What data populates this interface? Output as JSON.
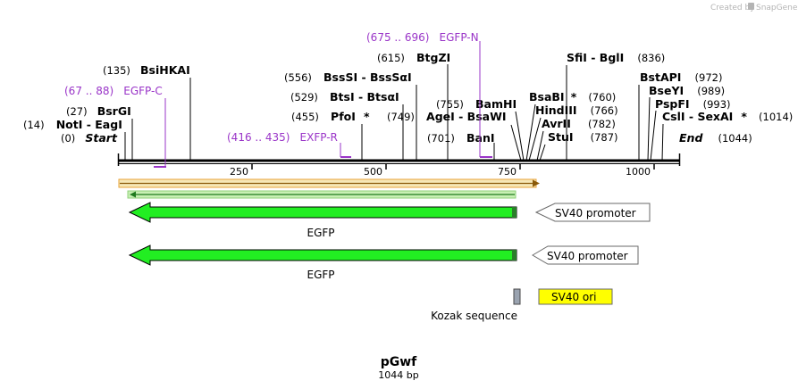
{
  "credit": {
    "text": "Created by",
    "brand": "SnapGene"
  },
  "plasmid": {
    "name": "pGwf",
    "length_label": "1044 bp",
    "length": 1044
  },
  "axis": {
    "ticks": [
      {
        "pos": 250,
        "label": "250"
      },
      {
        "pos": 500,
        "label": "500"
      },
      {
        "pos": 750,
        "label": "750"
      },
      {
        "pos": 1000,
        "label": "1000"
      }
    ]
  },
  "sites": [
    {
      "pos_label": "(0)",
      "name": "Start",
      "star": false,
      "italic": true,
      "pos": 0,
      "side": "left"
    },
    {
      "pos_label": "(14)",
      "name": "NotI  -  EagI",
      "star": false,
      "pos": 14,
      "side": "left"
    },
    {
      "pos_label": "(27)",
      "name": "BsrGI",
      "star": false,
      "pos": 27,
      "side": "left"
    },
    {
      "pos_label": "(135)",
      "name": "BsiHKAI",
      "star": false,
      "pos": 135,
      "side": "left"
    },
    {
      "pos_label": "(455)",
      "name": "PfoI",
      "star": true,
      "pos": 455,
      "side": "left"
    },
    {
      "pos_label": "(529)",
      "name": "BtsI  -  BtsαI",
      "star": false,
      "pos": 529,
      "side": "left"
    },
    {
      "pos_label": "(556)",
      "name": "BssSI  -  BssSαI",
      "star": false,
      "pos": 556,
      "side": "left"
    },
    {
      "pos_label": "(615)",
      "name": "BtgZI",
      "star": false,
      "pos": 615,
      "side": "left"
    },
    {
      "pos_label": "(701)",
      "name": "BanI",
      "star": false,
      "pos": 701,
      "side": "left"
    },
    {
      "pos_label": "(749)",
      "name": "AgeI  -  BsaWI",
      "star": false,
      "pos": 749,
      "side": "left"
    },
    {
      "pos_label": "(755)",
      "name": "BamHI",
      "star": false,
      "pos": 755,
      "side": "left"
    },
    {
      "pos_label": "(760)",
      "name": "BsaBI",
      "star": true,
      "pos": 760,
      "side": "right"
    },
    {
      "pos_label": "(766)",
      "name": "HindIII",
      "star": false,
      "pos": 766,
      "side": "right"
    },
    {
      "pos_label": "(782)",
      "name": "AvrII",
      "star": false,
      "pos": 782,
      "side": "right"
    },
    {
      "pos_label": "(787)",
      "name": "StuI",
      "star": false,
      "pos": 787,
      "side": "right"
    },
    {
      "pos_label": "(836)",
      "name": "SfiI  -  BglI",
      "star": false,
      "pos": 836,
      "side": "right"
    },
    {
      "pos_label": "(972)",
      "name": "BstAPI",
      "star": false,
      "pos": 972,
      "side": "right"
    },
    {
      "pos_label": "(989)",
      "name": "BseYI",
      "star": false,
      "pos": 989,
      "side": "right"
    },
    {
      "pos_label": "(993)",
      "name": "PspFI",
      "star": false,
      "pos": 993,
      "side": "right"
    },
    {
      "pos_label": "(1014)",
      "name": "CslI  -  SexAI",
      "star": true,
      "pos": 1014,
      "side": "right"
    },
    {
      "pos_label": "(1044)",
      "name": "End",
      "star": false,
      "italic": true,
      "pos": 1044,
      "side": "right"
    }
  ],
  "primers": [
    {
      "range": "(67 .. 88)",
      "name": "EGFP-C",
      "start": 67,
      "end": 88
    },
    {
      "range": "(416 .. 435)",
      "name": "EXFP-R",
      "start": 416,
      "end": 435
    },
    {
      "range": "(675 .. 696)",
      "name": "EGFP-N",
      "start": 675,
      "end": 696
    }
  ],
  "features": [
    {
      "name": "EGFP",
      "direction": "left",
      "color": "#22ee22"
    },
    {
      "name": "SV40 promoter",
      "direction": "left",
      "color": "#ffffff"
    },
    {
      "name": "EGFP",
      "direction": "left",
      "color": "#22ee22"
    },
    {
      "name": "SV40 promoter",
      "direction": "left",
      "color": "#ffffff"
    },
    {
      "name": "Kozak sequence",
      "color": "#9aa3b0"
    },
    {
      "name": "SV40 ori",
      "color": "#ffff00"
    }
  ],
  "colors": {
    "primer": "#9a35c8",
    "orf": "#e8a33a",
    "orf_inner": "#1e7a1e"
  }
}
